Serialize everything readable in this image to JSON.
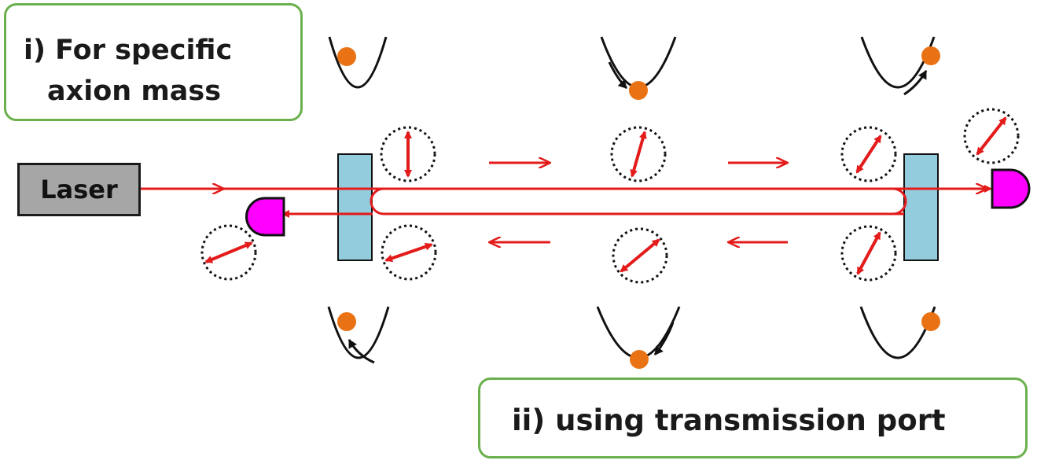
{
  "labels": {
    "box_i_line1": "i) For specific",
    "box_i_line2": "axion mass",
    "box_ii": "ii) using transmission port",
    "laser": "Laser"
  },
  "colors": {
    "beam": "#e31b1b",
    "mirror": "#93cddd",
    "detector": "#ff00ff",
    "ball": "#e97314",
    "box_border": "#6ab04c",
    "laser_fill": "#a6a6a6"
  },
  "icons": [
    "potential-well-icon",
    "ball-icon",
    "polarization-arrow-icon",
    "detector-icon",
    "mirror-icon"
  ]
}
